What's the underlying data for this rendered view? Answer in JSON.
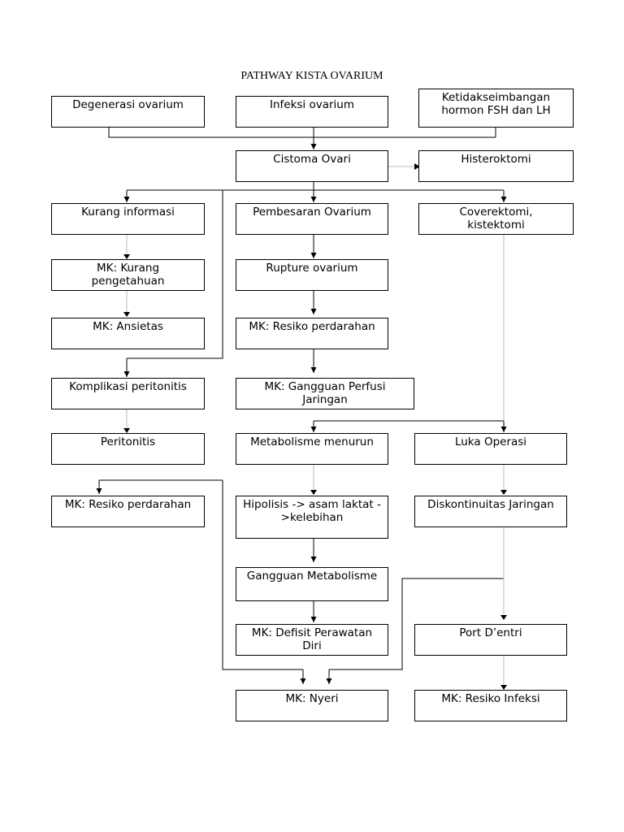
{
  "title": "PATHWAY KISTA OVARIUM",
  "colors": {
    "line": "#000000",
    "line_light": "#bbbbbb"
  },
  "nodes": {
    "degenerasi": "Degenerasi ovarium",
    "infeksi": "Infeksi ovarium",
    "ketidakseimbangan": "Ketidakseimbangan hormon FSH dan LH",
    "cistoma": "Cistoma Ovari",
    "histerektomi": "Histeroktomi",
    "kurang_informasi": "Kurang informasi",
    "pembesaran": "Pembesaran Ovarium",
    "coverektomi": "Coverektomi, kistektomi",
    "mk_kurang_pengetahuan": "MK: Kurang pengetahuan",
    "rupture": "Rupture ovarium",
    "mk_ansietas": "MK: Ansietas",
    "mk_resiko_perdarahan_center": "MK: Resiko perdarahan",
    "komplikasi": "Komplikasi peritonitis",
    "mk_gangguan_perfusi": "MK: Gangguan Perfusi Jaringan",
    "peritonitis": "Peritonitis",
    "metabolisme_menurun": "Metabolisme menurun",
    "luka_operasi": "Luka Operasi",
    "mk_resiko_perdarahan_left": "MK: Resiko perdarahan",
    "hipolisis": "Hipolisis -> asam laktat ->kelebihan",
    "diskontinuitas": "Diskontinuitas Jaringan",
    "gangguan_metabolisme": "Gangguan Metabolisme",
    "mk_defisit": "MK: Defisit Perawatan Diri",
    "port_dentri": "Port D’entri",
    "mk_nyeri": "MK: Nyeri",
    "mk_resiko_infeksi": "MK: Resiko Infeksi"
  }
}
